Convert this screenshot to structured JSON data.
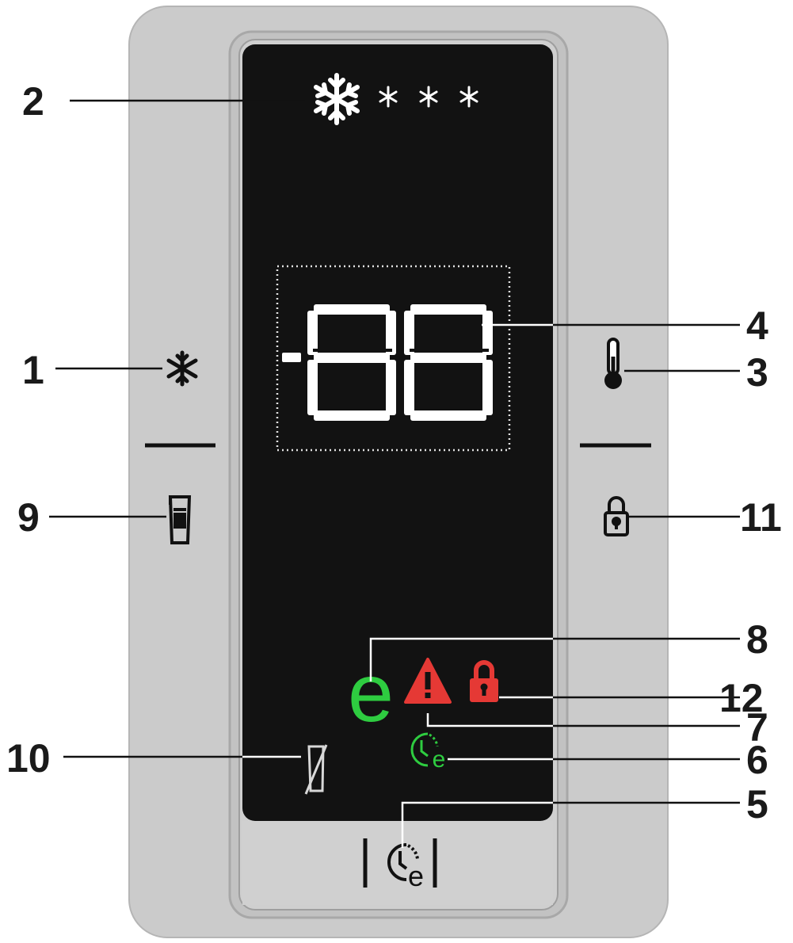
{
  "panel": {
    "display_value": "-88",
    "colors": {
      "housing": "#c9c9c9",
      "bezel": "#bdbdbd",
      "screen": "#111111",
      "eco_green": "#2ecc40",
      "alarm_red": "#e53935",
      "segment": "#ffffff"
    }
  },
  "buttons": [
    {
      "id": "fast-freeze",
      "icon": "snowflake-icon"
    },
    {
      "id": "temperature",
      "icon": "thermometer-icon"
    },
    {
      "id": "child-lock",
      "icon": "lock-icon"
    },
    {
      "id": "ice-maker",
      "icon": "ice-maker-icon"
    },
    {
      "id": "eco-timer",
      "icon": "eco-timer-icon"
    }
  ],
  "indicators": [
    {
      "id": "freeze-level",
      "icon": "snowflake-row-icon"
    },
    {
      "id": "eco",
      "icon": "eco-e-icon",
      "glyph": "e"
    },
    {
      "id": "alarm",
      "icon": "warning-triangle-icon"
    },
    {
      "id": "lock-active",
      "icon": "padlock-icon"
    },
    {
      "id": "eco-timer-active",
      "icon": "clock-e-icon"
    },
    {
      "id": "ice-maker-off",
      "icon": "ice-maker-off-icon"
    }
  ],
  "callouts": [
    "1",
    "2",
    "3",
    "4",
    "5",
    "6",
    "7",
    "8",
    "9",
    "10",
    "11",
    "12"
  ]
}
